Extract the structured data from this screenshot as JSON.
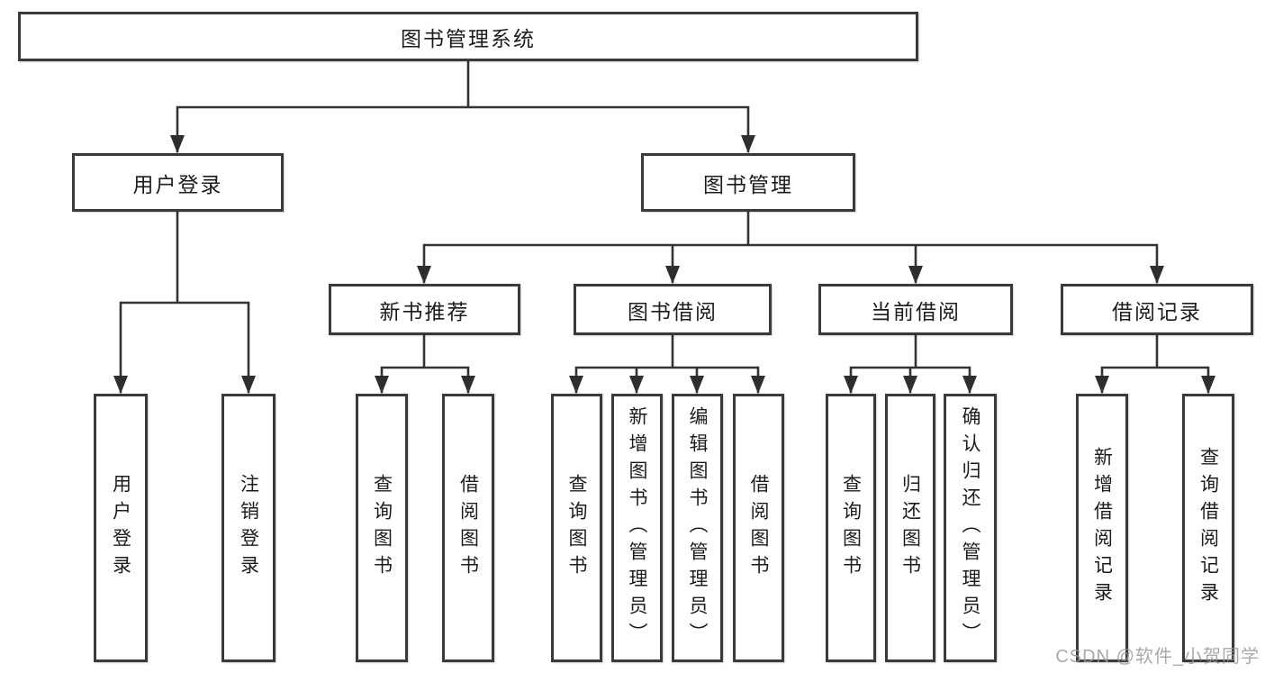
{
  "diagram": {
    "type": "hierarchy-tree",
    "background": "#ffffff",
    "line_color": "#333333",
    "box_border_color": "#3a3a3a",
    "box_fill": "#ffffff",
    "text_color": "#1c1c1c",
    "arrow_style": "solid-triangle-down"
  },
  "tree": {
    "label": "图书管理系统",
    "children": [
      {
        "label": "用户登录",
        "children": [
          {
            "label": "用户登录"
          },
          {
            "label": "注销登录"
          }
        ]
      },
      {
        "label": "图书管理",
        "children": [
          {
            "label": "新书推荐",
            "children": [
              {
                "label": "查询图书"
              },
              {
                "label": "借阅图书"
              }
            ]
          },
          {
            "label": "图书借阅",
            "children": [
              {
                "label": "查询图书"
              },
              {
                "label": "新增图书（管理员）"
              },
              {
                "label": "编辑图书（管理员）"
              },
              {
                "label": "借阅图书"
              }
            ]
          },
          {
            "label": "当前借阅",
            "children": [
              {
                "label": "查询图书"
              },
              {
                "label": "归还图书"
              },
              {
                "label": "确认归还（管理员）"
              }
            ]
          },
          {
            "label": "借阅记录",
            "children": [
              {
                "label": "新增借阅记录"
              },
              {
                "label": "查询借阅记录"
              }
            ]
          }
        ]
      }
    ]
  },
  "watermark": {
    "text": "CSDN @软件_小贺同学",
    "color": "#969696"
  }
}
